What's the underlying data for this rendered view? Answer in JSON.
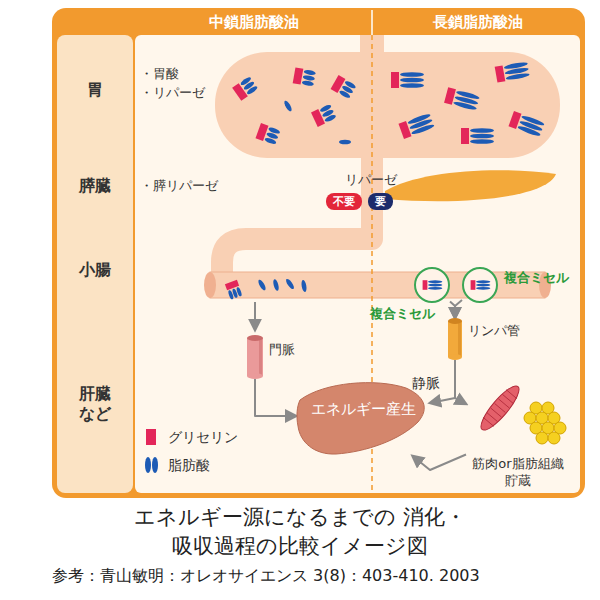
{
  "diagram": {
    "caption": "エネルギー源になるまでの 消化・吸収過程の比較イメージ図",
    "nodes": [
      {
        "text": [
          "中鎖脂肪酸油"
        ]
      },
      {
        "text": [
          "長鎖脂肪酸油"
        ]
      },
      {
        "text": [
          "不要"
        ]
      },
      {
        "text": [
          "要"
        ]
      },
      {
        "text": [
          "複合ミセル"
        ]
      },
      {
        "text": [
          "複合ミセル"
        ]
      },
      {
        "text": [
          "門脈"
        ]
      },
      {
        "text": [
          "リンパ管"
        ]
      },
      {
        "text": [
          "エネルギー産生"
        ]
      },
      {
        "text": [
          "筋肉or脂肪組織 貯蔵"
        ]
      }
    ],
    "edges": [
      {
        "from": 4,
        "to": 7,
        "arrow": "to"
      },
      {
        "from": 5,
        "to": 7,
        "arrow": "to"
      },
      {
        "from": 6,
        "to": 8,
        "arrow": "to"
      },
      {
        "from": 7,
        "to": 8,
        "arrow": "to"
      },
      {
        "from": 7,
        "to": 9,
        "arrow": "to"
      },
      {
        "from": 9,
        "to": 8,
        "arrow": "to"
      }
    ],
    "labels": [
      "胃",
      "・胃酸",
      "・リパーゼ",
      "膵臓",
      "・膵リパーゼ",
      "リパーゼ",
      "小腸",
      "肝臓など",
      "静脈",
      "参考：青山敏明：オレオサイエンス 3(8)：403-410. 2003"
    ],
    "legend": [
      {
        "text": "グリセリン",
        "color": "#e3265a"
      },
      {
        "text": "脂肪酸",
        "color": "#1d5bb5"
      }
    ]
  }
}
